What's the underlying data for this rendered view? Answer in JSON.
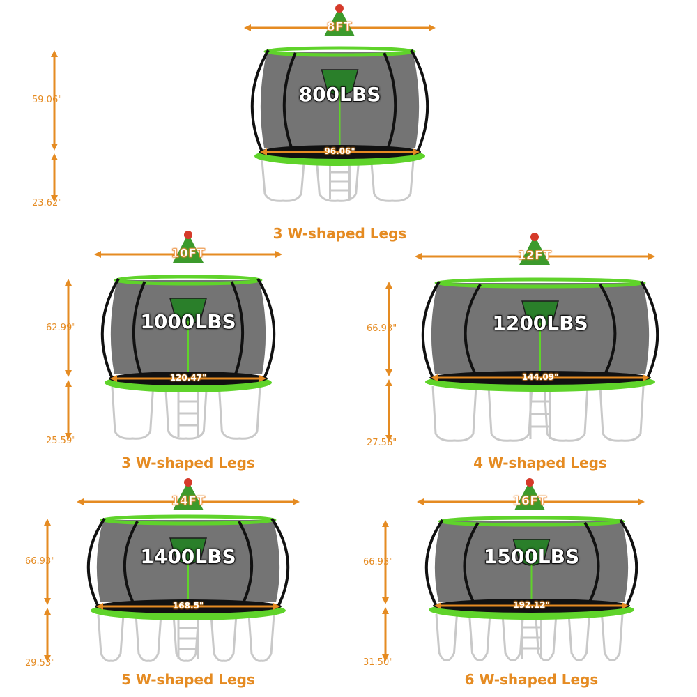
{
  "colors": {
    "accent": "#e58b22",
    "trampoline_green": "#5fd32a",
    "net": "#555555",
    "frame": "#c9c9c9"
  },
  "models": [
    {
      "size": "8FT",
      "weight": "800LBS",
      "net_height": "59.06\"",
      "leg_height": "23.62\"",
      "diameter": "96.06\"",
      "legs": "3 W-shaped Legs"
    },
    {
      "size": "10FT",
      "weight": "1000LBS",
      "net_height": "62.99\"",
      "leg_height": "25.59\"",
      "diameter": "120.47\"",
      "legs": "3 W-shaped Legs"
    },
    {
      "size": "12FT",
      "weight": "1200LBS",
      "net_height": "66.93\"",
      "leg_height": "27.56\"",
      "diameter": "144.09\"",
      "legs": "4 W-shaped Legs"
    },
    {
      "size": "14FT",
      "weight": "1400LBS",
      "net_height": "66.93\"",
      "leg_height": "29.53\"",
      "diameter": "168.5\"",
      "legs": "5 W-shaped Legs"
    },
    {
      "size": "16FT",
      "weight": "1500LBS",
      "net_height": "66.93\"",
      "leg_height": "31.50\"",
      "diameter": "192.12\"",
      "legs": "6 W-shaped Legs"
    }
  ]
}
